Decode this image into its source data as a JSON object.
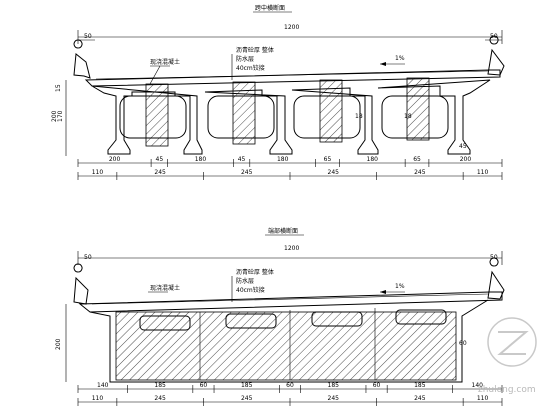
{
  "top": {
    "title": "跨中横断面",
    "total_width": "1200",
    "curb_left": "50",
    "curb_right": "50",
    "slope": "1%",
    "callout_left": "现浇混凝土",
    "callout_right_1": "沥青砼厚 整体",
    "callout_right_2": "防水层",
    "callout_right_3": "40cm铰接",
    "height_total": "200",
    "height_web": "170",
    "height_top": "15",
    "web_label_1": "18",
    "web_label_2": "18",
    "bottom_dims": [
      "200",
      "45",
      "180",
      "45",
      "180",
      "65",
      "180",
      "65",
      "200"
    ],
    "span_dims": [
      "110",
      "245",
      "245",
      "245",
      "245",
      "110"
    ],
    "side_dim_right": "45"
  },
  "bottom": {
    "title": "端部横断面",
    "total_width": "1200",
    "curb_left": "50",
    "curb_right": "50",
    "slope": "1%",
    "callout_left": "现浇混凝土",
    "callout_right_1": "沥青砼厚 整体",
    "callout_right_2": "防水层",
    "callout_right_3": "40cm铰接",
    "height_total": "200",
    "side_dim_right": "60",
    "bottom_dims": [
      "140",
      "185",
      "60",
      "185",
      "60",
      "185",
      "60",
      "185",
      "140"
    ],
    "span_dims": [
      "110",
      "245",
      "245",
      "245",
      "245",
      "110"
    ]
  },
  "watermark": {
    "text": "zhulong.com"
  }
}
